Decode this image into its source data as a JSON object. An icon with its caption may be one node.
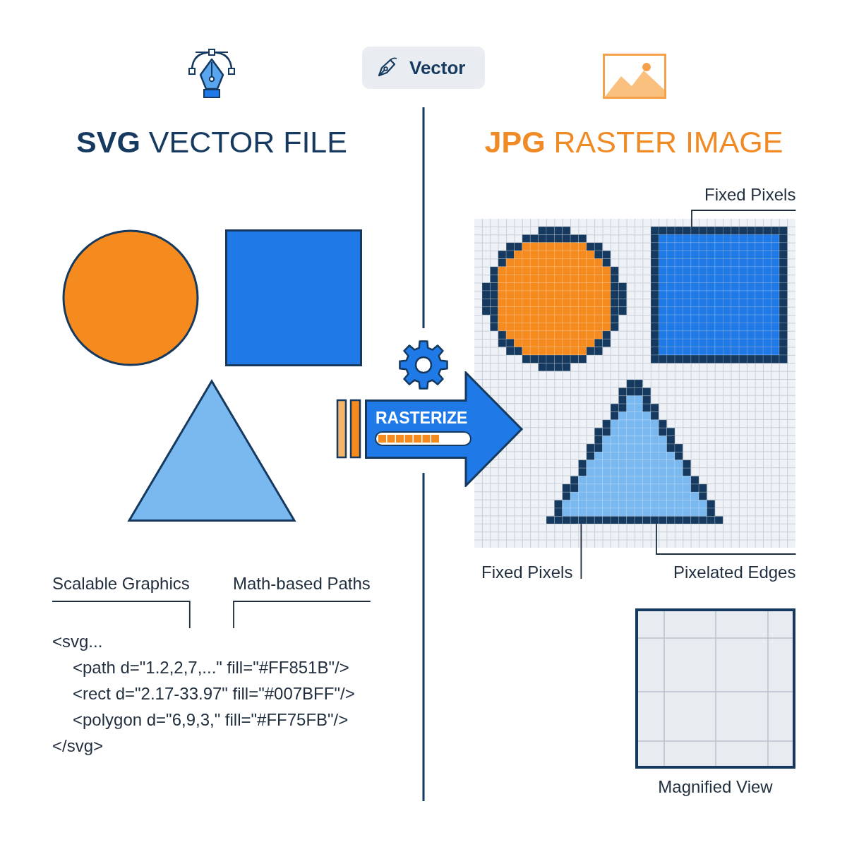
{
  "diagram": {
    "nodes": [
      {
        "text": [
          "Vector"
        ]
      },
      {
        "text": [
          "Fixed Pixels"
        ]
      },
      {
        "text": [],
        "shape": "circle"
      },
      {
        "text": [],
        "shape": "box"
      },
      {
        "text": [],
        "shape": "circle"
      },
      {
        "text": [],
        "shape": "box"
      },
      {
        "text": [],
        "shape": "triangle"
      },
      {
        "text": [
          "RASTERIZE"
        ]
      },
      {
        "text": [],
        "shape": "triangle"
      },
      {
        "text": [
          "Scalable Graphics"
        ]
      },
      {
        "text": [
          "Math-based Paths"
        ]
      },
      {
        "text": [
          "<svg...",
          "<path d=\"1.2,2,7,...\" fill=\"#FF851B\"/>",
          "<rect d=\"2.17-33.97\" fill=\"#007BFF\"/>",
          "<polygon d=\"6,9,3,\" fill=\"#FF75FB\"/>",
          "</svg>"
        ]
      },
      {
        "text": [
          "Fixed Pixels"
        ]
      },
      {
        "text": [
          "Pixelated Edges"
        ]
      },
      {
        "text": [
          "Magnified View"
        ]
      }
    ],
    "edges": [
      {
        "from": 1,
        "to": 5,
        "arrow": "none"
      },
      {
        "from": 9,
        "to": 11,
        "arrow": "none"
      },
      {
        "from": 10,
        "to": 11,
        "arrow": "none"
      },
      {
        "from": 12,
        "to": 8,
        "arrow": "none"
      },
      {
        "from": 13,
        "to": 8,
        "arrow": "none"
      }
    ],
    "labels": [
      "**SVG** VECTOR FILE",
      "**JPG** RASTER IMAGE"
    ]
  }
}
